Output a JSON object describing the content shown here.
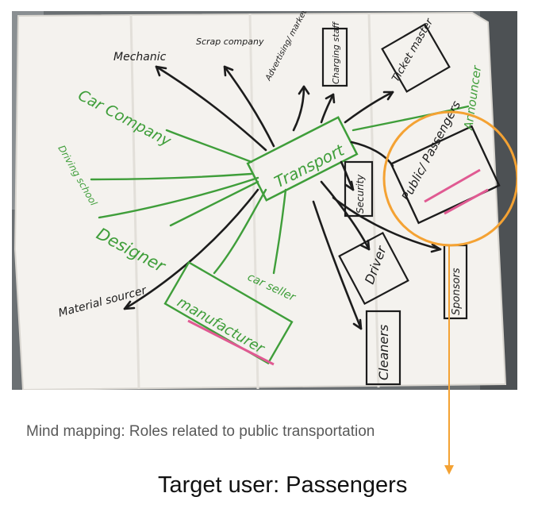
{
  "photo": {
    "center_node": "Transport",
    "nodes_black": [
      "Mechanic",
      "Scrap company",
      "Advertising/ marketing team",
      "Charging staff",
      "Ticket master",
      "Public/ Passengers",
      "Security",
      "Driver",
      "Cleaners",
      "Sponsors",
      "Material sourcer"
    ],
    "nodes_green": [
      "Car Company",
      "Driving school",
      "Designer",
      "manufacturer",
      "car seller",
      "Announcer"
    ],
    "highlight_color": "#f4a233",
    "ink_black": "#1c1c1c",
    "ink_green": "#3f9e3a",
    "highlighter_pink": "#e05a92"
  },
  "caption": "Mind mapping: Roles related to public transportation",
  "target_user": "Target user: Passengers"
}
